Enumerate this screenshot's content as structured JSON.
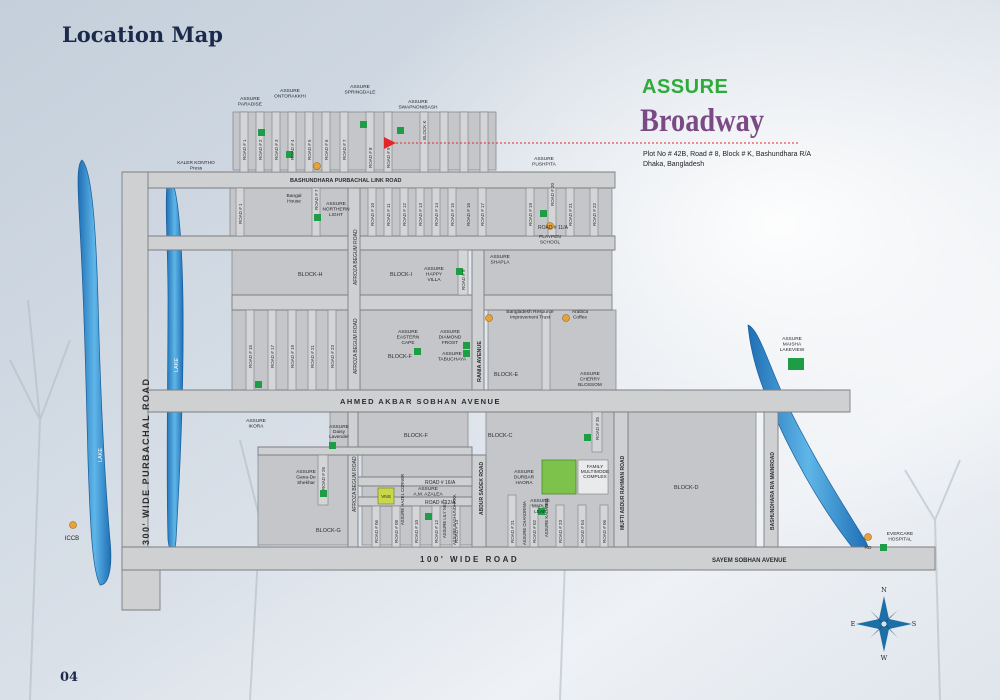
{
  "title": "Location Map",
  "page_number": "04",
  "brand": {
    "line1": "ASSURE",
    "line2": "Broadway",
    "address1": "Plot No # 42B, Road # 8, Block # K, Bashundhara R/A",
    "address2": "Dhaka, Bangladesh"
  },
  "colors": {
    "road": "#c9cacc",
    "road_stroke": "#8a8c8f",
    "block": "#c2c4c7",
    "water": "#3b9ad6",
    "marker_green": "#1f9d46",
    "marker_orange": "#e8a23a",
    "marker_red": "#e3262a",
    "title": "#1b2a4a",
    "brand_green": "#2eab3a",
    "brand_purple": "#7b4a84"
  },
  "roads": {
    "purbachal": "300' WIDE PURBACHAL ROAD",
    "sobhan_avenue": "AHMED AKBAR SOBHAN AVENUE",
    "wide_road_100": "100' WIDE ROAD",
    "sayem": "SAYEM SOBHAN AVENUE",
    "link_road": "BASHUNDHARA PURBACHAL LINK ROAD",
    "afroza": "AFROZA BEGUM ROAD",
    "rania": "RANIA AVENUE",
    "abdur_sadek": "ABDUR SADEK ROAD",
    "mufti": "MUFTI ABDUR RAHMAN ROAD",
    "main_road": "BASHUNDHARA R/A MAINROAD",
    "road_16a": "ROAD # 16/A",
    "road_12a": "ROAD # 12/A",
    "road_11a": "ROAD # 11/A",
    "top_left": [
      "ROAD # 1",
      "ROAD # 2",
      "ROAD # 3",
      "ROAD # 4",
      "ROAD # 5",
      "ROAD # 6",
      "ROAD # 7",
      "ROAD # 8",
      "ROAD # 9"
    ],
    "block_k": "BLOCK K",
    "mid_row": [
      "ROAD # 1",
      "ROAD # 7",
      "ROAD # 10",
      "ROAD # 11",
      "ROAD # 12",
      "ROAD # 13",
      "ROAD # 14",
      "ROAD # 15",
      "ROAD # 16",
      "ROAD # 17",
      "ROAD # 19",
      "ROAD # 20",
      "ROAD # 21",
      "ROAD # 22"
    ],
    "road_9": "ROAD # 9",
    "lower_left": [
      "ROAD # 15",
      "ROAD # 17",
      "ROAD # 19",
      "ROAD # 21",
      "ROAD # 23"
    ],
    "road_35": "ROAD # 35",
    "road_26": "ROAD # 26",
    "bottom_mid": [
      "ROAD # 06",
      "ROAD # 08",
      "ROAD # 10",
      "ROAD # 12",
      "ROAD # 14"
    ],
    "bottom_right": [
      "ROAD # 21",
      "ROAD # 23",
      "ROAD # 02",
      "ROAD # 04",
      "ROAD # 06"
    ]
  },
  "blocks": {
    "h": "BLOCK-H",
    "i": "BLOCK-I",
    "f1": "BLOCK-F",
    "e": "BLOCK-E",
    "f2": "BLOCK-F",
    "g": "BLOCK-G",
    "d": "BLOCK-D",
    "c": "BLOCK-C"
  },
  "labels": {
    "lake1": "LAKE",
    "lake2": "LAKE",
    "paradise": [
      "ASSURE",
      "PARADISE"
    ],
    "ontorakkhi": [
      "ASSURE",
      "ONTORAKKHI"
    ],
    "springdale": [
      "ASSURE",
      "SPRINGDALE"
    ],
    "swapnonibash": [
      "ASSURE",
      "SWAPNONIBASH"
    ],
    "kaler_kontho": [
      "KALER KONTHO",
      "Press"
    ],
    "bangal_house": [
      "Bangal",
      "House"
    ],
    "northern_light": [
      "ASSURE",
      "NORTHERN",
      "LIGHT"
    ],
    "pushpita": [
      "ASSURE",
      "PUSHPITA"
    ],
    "playpen": [
      "PLAYPEN",
      "SCHOOL"
    ],
    "happy_villa": [
      "ASSURE",
      "HAPPY",
      "VILLA"
    ],
    "shapla": [
      "ASSURE",
      "SHAPLA"
    ],
    "brit": [
      "Bangladesh Resource",
      "Improvement Trust"
    ],
    "arabica": [
      "Arabica",
      "Coffee"
    ],
    "eastern_cape": [
      "ASSURE",
      "EASTERN",
      "CAPE"
    ],
    "diamond_frost": [
      "ASSURE",
      "DIAMOND",
      "FROST"
    ],
    "tabuchaya": [
      "ASSURE",
      "TABUCHAYA"
    ],
    "cherry_blossom": [
      "ASSURE",
      "CHERRY",
      "BLOSSOM"
    ],
    "ikora": [
      "ASSURE",
      "IKORA"
    ],
    "daisy": [
      "ASSURE",
      "Daisy",
      "Lavender"
    ],
    "gana": [
      "ASSURE",
      "Gana-De",
      "Shekhar"
    ],
    "vns": "VNS",
    "azalea": [
      "ASSURE",
      "A.M. AZALEA"
    ],
    "hazel": [
      "ASSURE",
      "HAZEL",
      "CORNER"
    ],
    "lily": [
      "ASSURE",
      "LILY",
      "NEST"
    ],
    "durbar": [
      "ASSURE",
      "DURBAR",
      "HAORA"
    ],
    "maple": [
      "ASSURE",
      "MAPLE",
      "LEAF"
    ],
    "kadamba": [
      "ASSURE",
      "KADAMBA"
    ],
    "chandrima": [
      "ASSURE",
      "CHANDRIMA"
    ],
    "bashundhara": [
      "ASSURE",
      "BASHUNDHARA"
    ],
    "iccb": "ICCB",
    "rd": "RD",
    "evercare": [
      "EVERCARE",
      "HOSPITAL"
    ],
    "maisha": [
      "ASSURE",
      "MAISHA",
      "LAKEVIEW"
    ],
    "multi": [
      "FAMILY",
      "MULTIMODE",
      "COMPLEX"
    ]
  },
  "compass": {
    "n": "N",
    "e": "E",
    "s": "S",
    "w": "W"
  }
}
